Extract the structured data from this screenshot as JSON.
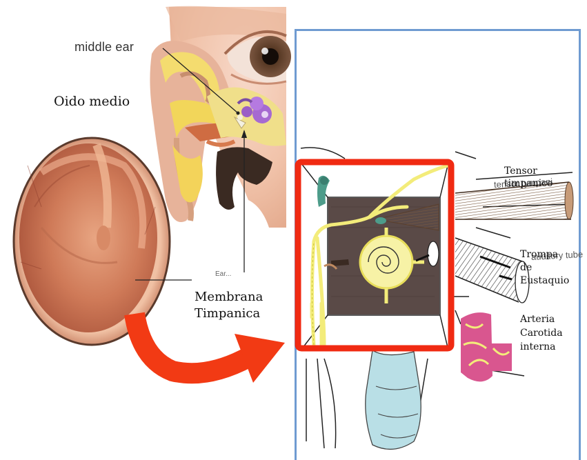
{
  "labels": {
    "middle_ear": "middle ear",
    "oido_medio": "Oido medio",
    "membrana": [
      "Membrana",
      "Timpanica"
    ],
    "tensor": [
      "Tensor",
      "timpanico"
    ],
    "trompa": [
      "Trompa",
      "de",
      "Eustaquio"
    ],
    "arteria": [
      "Arteria",
      "Carotida",
      "interna"
    ]
  },
  "background_print": {
    "tensor_tympani": "tensor tympani",
    "auditory_tube": "auditory tube",
    "partial_caption": "Ear..."
  },
  "colors": {
    "highlight_frame": "#f02a12",
    "arrow": "#f23a14",
    "panel_border": "#6f9bd1",
    "chorda_tympani": "#f3ec7a",
    "carotid": "#d9568f",
    "medial_wall": "#5a4a47",
    "eustachian_tube_blue": "#b9dfe6"
  }
}
